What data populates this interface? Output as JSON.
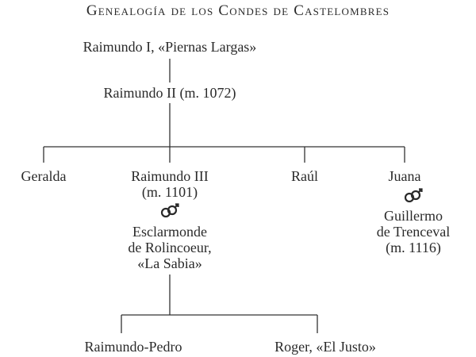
{
  "title": "Genealogía de los Condes de Castelombres",
  "generation1": {
    "name": "Raimundo I, «Piernas Largas»"
  },
  "generation2": {
    "name": "Raimundo II (m. 1072)"
  },
  "generation3": {
    "geralda": "Geralda",
    "raimundo_iii": {
      "line1": "Raimundo III",
      "line2": "(m. 1101)"
    },
    "raul": "Raúl",
    "juana": "Juana"
  },
  "spouses": {
    "esclarmonde": {
      "line1": "Esclarmonde",
      "line2": "de Rolincoeur,",
      "line3": "«La Sabia»"
    },
    "guillermo": {
      "line1": "Guillermo",
      "line2": "de Trenceval",
      "line3": "(m. 1116)"
    }
  },
  "generation4": {
    "raimundo_pedro": "Raimundo-Pedro",
    "roger": "Roger, «El Justo»"
  },
  "icons": {
    "marriage_symbol": "marriage-rings-icon"
  }
}
